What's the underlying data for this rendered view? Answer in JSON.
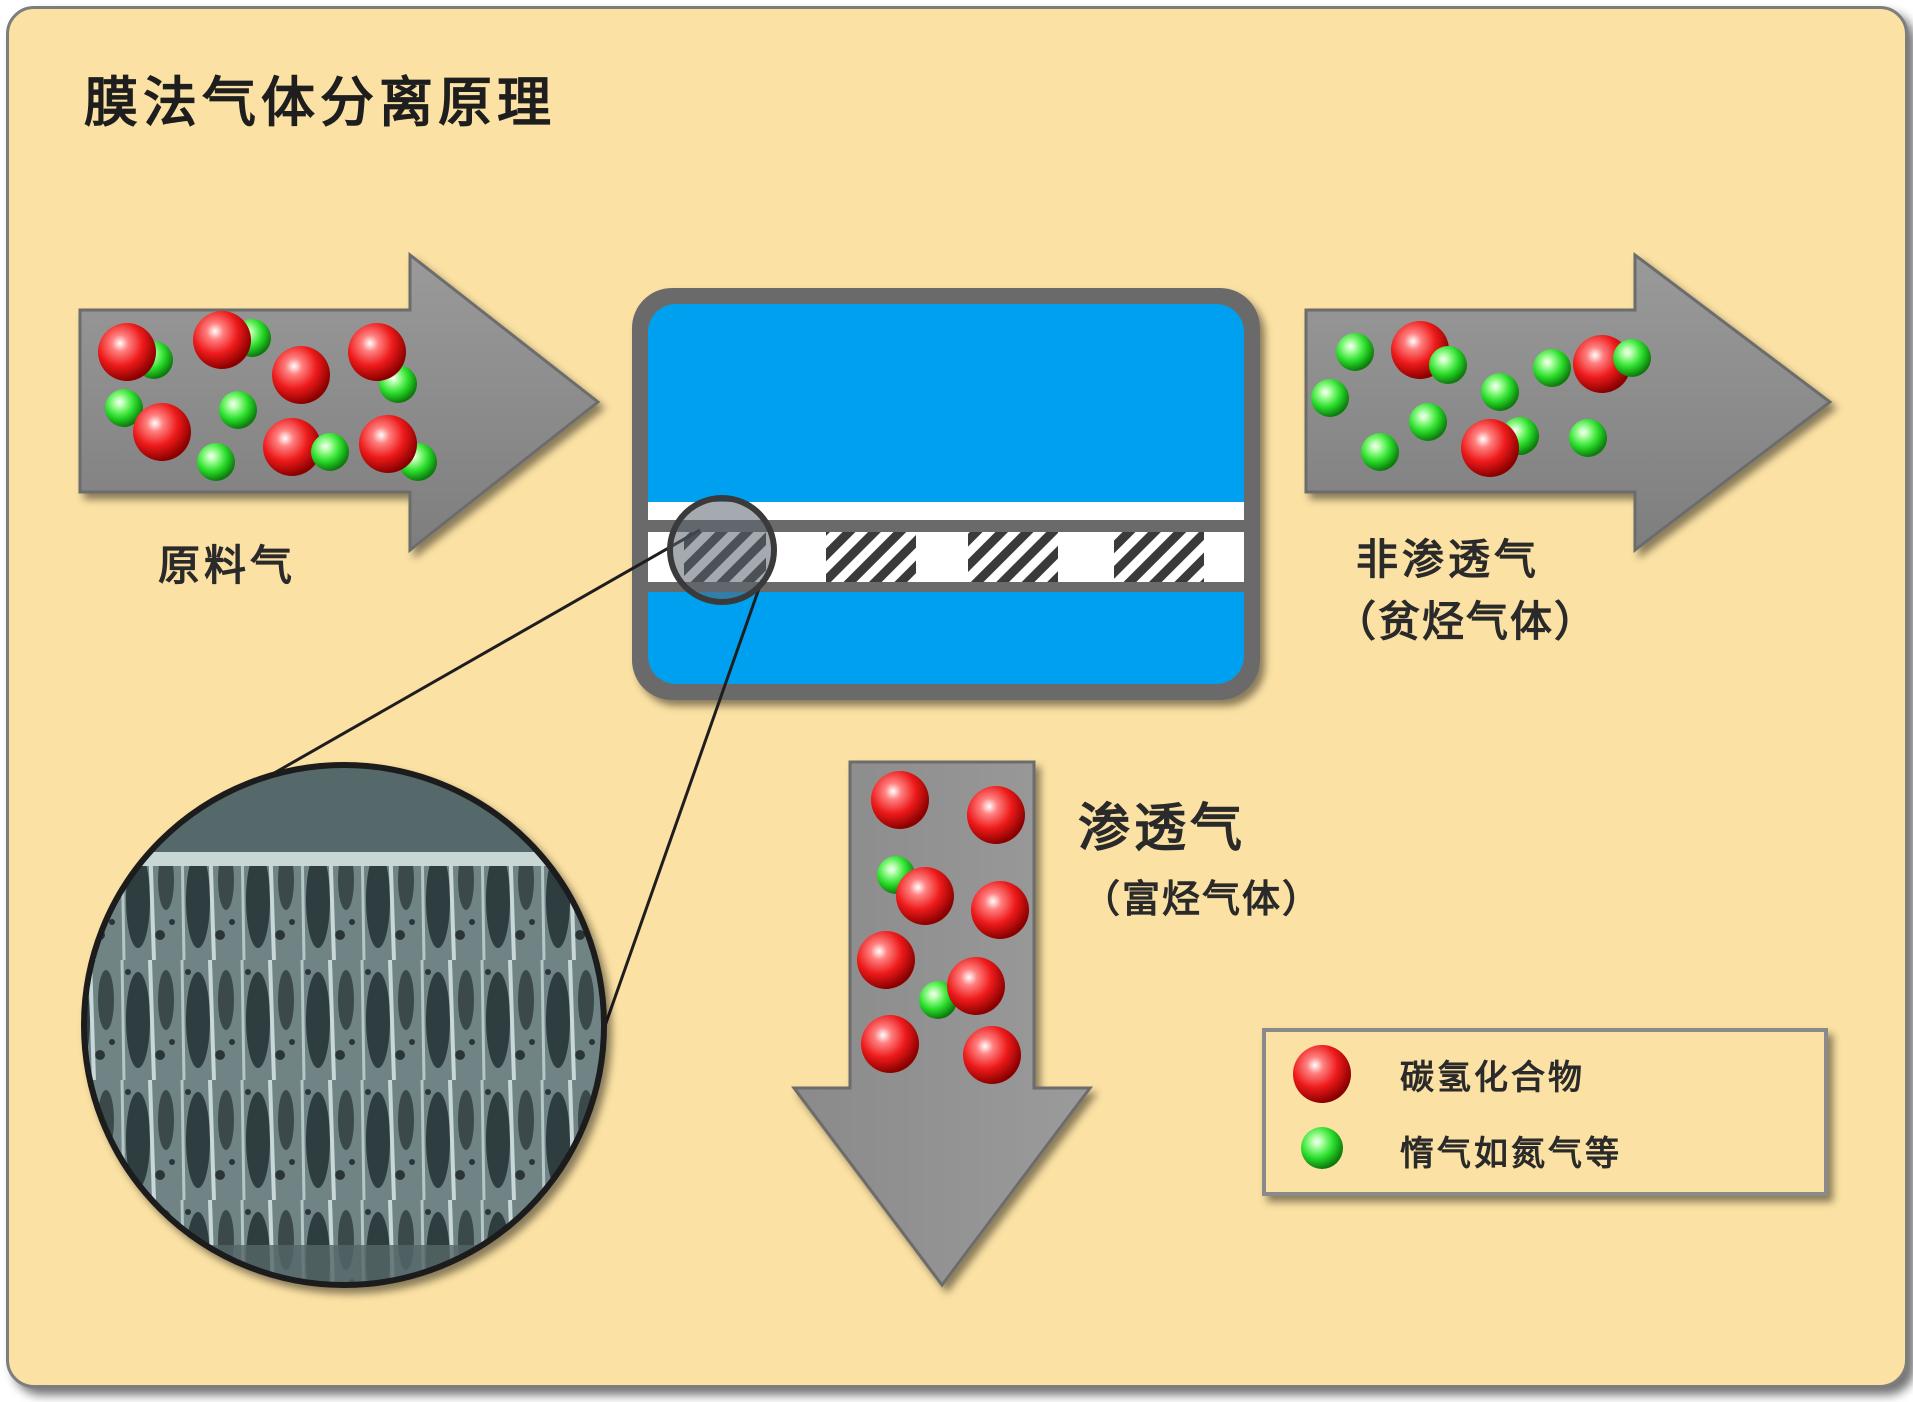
{
  "title": "膜法气体分离原理",
  "labels": {
    "feed": "原料气",
    "retentate": "非渗透气",
    "retentate_note": "（贫烃气体）",
    "permeate": "渗透气",
    "permeate_note": "（富烃气体）"
  },
  "legend": {
    "hydrocarbon": "碳氢化合物",
    "inert": "惰气如氮气等"
  },
  "colors": {
    "background": "#fbe1a3",
    "arrow": "#8c8c8c",
    "module": "#00a0f0",
    "hydrocarbon": "#e81010",
    "inert": "#22d822"
  }
}
